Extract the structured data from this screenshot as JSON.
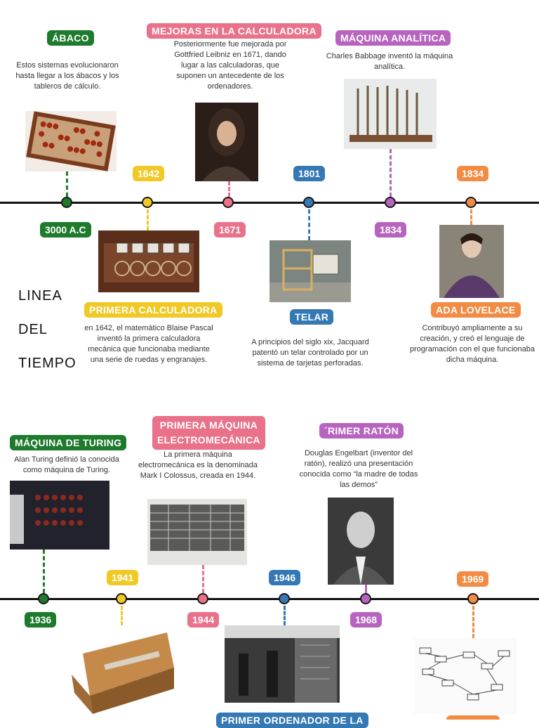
{
  "title": {
    "line1": "LINEA",
    "line2": "DEL",
    "line3": "TIEMPO"
  },
  "colors": {
    "green": "#1e7a2c",
    "yellow": "#f1c927",
    "pink": "#e9728a",
    "blue": "#3478b4",
    "purple": "#b764bf",
    "orange": "#f28c45"
  },
  "row1": {
    "abaco": {
      "label": "ÁBACO",
      "year": "3000 A.C",
      "desc": "Estos sistemas evolucionaron hasta llegar a los ábacos y los tableros de cálculo.",
      "image": "abacus-photo"
    },
    "primera_calculadora": {
      "label": "PRIMERA CALCULADORA",
      "year": "1642",
      "desc": "en 1642, el matemático Blaise Pascal inventó la primera calculadora mecánica que funcionaba mediante una serie de ruedas y engranajes.",
      "image": "pascaline-photo"
    },
    "mejoras": {
      "label": "MEJORAS EN LA CALCULADORA",
      "year": "1671",
      "desc": "Posteriormente fue mejorada por Gottfried Leibniz en 1671, dando lugar a las calculadoras, que suponen un antecedente de los ordenadores.",
      "image": "leibniz-portrait"
    },
    "telar": {
      "label": "TELAR",
      "year": "1801",
      "desc": "A principios del siglo xix, Jacquard patentó un telar controlado por un sistema de tarjetas perforadas.",
      "image": "loom-photo"
    },
    "maquina_analitica": {
      "label": "MÁQUINA ANALÍTICA",
      "year": "1834",
      "desc": "Charles Babbage inventó la máquina analítica.",
      "image": "analytical-engine-photo"
    },
    "ada": {
      "label": "ADA LOVELACE",
      "year": "1834",
      "desc": "Contribuyó ampliamente a su creación, y creó el lenguaje de programación con el que funcionaba dicha máquina.",
      "image": "ada-lovelace-portrait"
    }
  },
  "row2": {
    "turing": {
      "label": "MÁQUINA DE TURING",
      "year": "1936",
      "desc": "Alan Turing definió la conocida como máquina de Turing.",
      "image": "turing-machine-photo"
    },
    "m1941": {
      "year": "1941",
      "image": "mechanical-calculator-photo"
    },
    "electromecanica": {
      "label_line1": "PRIMERA MÁQUINA",
      "label_line2": "ELECTROMECÁNICA",
      "year": "1944",
      "desc": "La primera máquina electromecánica es la denominada Mark I Colossus, creada en 1944.",
      "image": "colossus-photo"
    },
    "ordenador": {
      "label": "PRIMER ORDENADOR DE LA",
      "year": "1946",
      "image": "eniac-photo"
    },
    "raton": {
      "label": "´RIMER RATÓN",
      "year": "1968",
      "desc": "Douglas Engelbart (inventor del ratón), realizó una presentación conocida como “la madre de todas las demos”",
      "image": "engelbart-portrait"
    },
    "m1969": {
      "year": "1969",
      "image": "arpanet-map"
    }
  }
}
